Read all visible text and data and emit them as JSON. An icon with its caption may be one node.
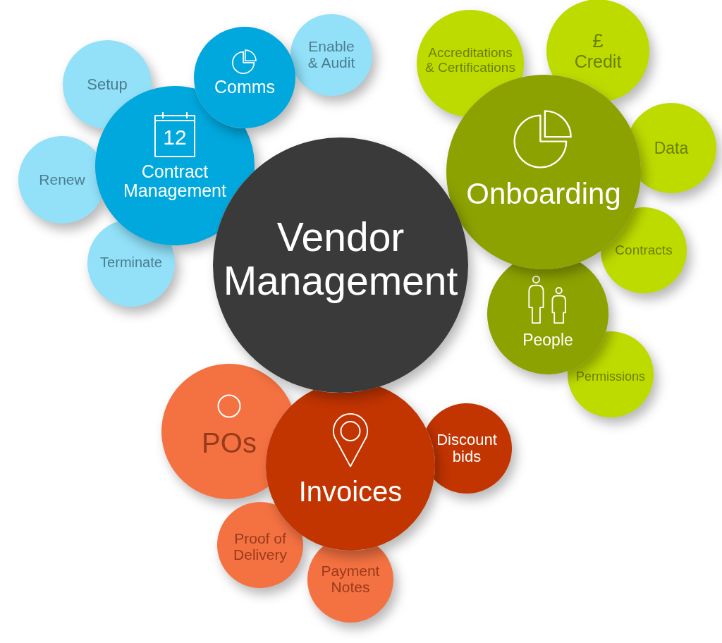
{
  "diagram": {
    "nodes": [
      {
        "text": [
          "Vendor Management"
        ]
      },
      {
        "text": [
          "12",
          "Contract Management"
        ]
      },
      {
        "text": [
          "Setup"
        ]
      },
      {
        "text": [
          "Comms"
        ]
      },
      {
        "text": [
          "Enable & Audit"
        ]
      },
      {
        "text": [
          "Renew"
        ]
      },
      {
        "text": [
          "Terminate"
        ]
      },
      {
        "text": [
          "Onboarding"
        ]
      },
      {
        "text": [
          "Accreditations & Certifications"
        ]
      },
      {
        "text": [
          "£",
          "Credit"
        ]
      },
      {
        "text": [
          "Data"
        ]
      },
      {
        "text": [
          "Contracts"
        ]
      },
      {
        "text": [
          "People"
        ]
      },
      {
        "text": [
          "Permissions"
        ]
      },
      {
        "text": [
          "POs"
        ]
      },
      {
        "text": [
          "Invoices"
        ]
      },
      {
        "text": [
          "Discount bids"
        ]
      },
      {
        "text": [
          "Proof of Delivery"
        ]
      },
      {
        "text": [
          "Payment Notes"
        ]
      }
    ]
  }
}
